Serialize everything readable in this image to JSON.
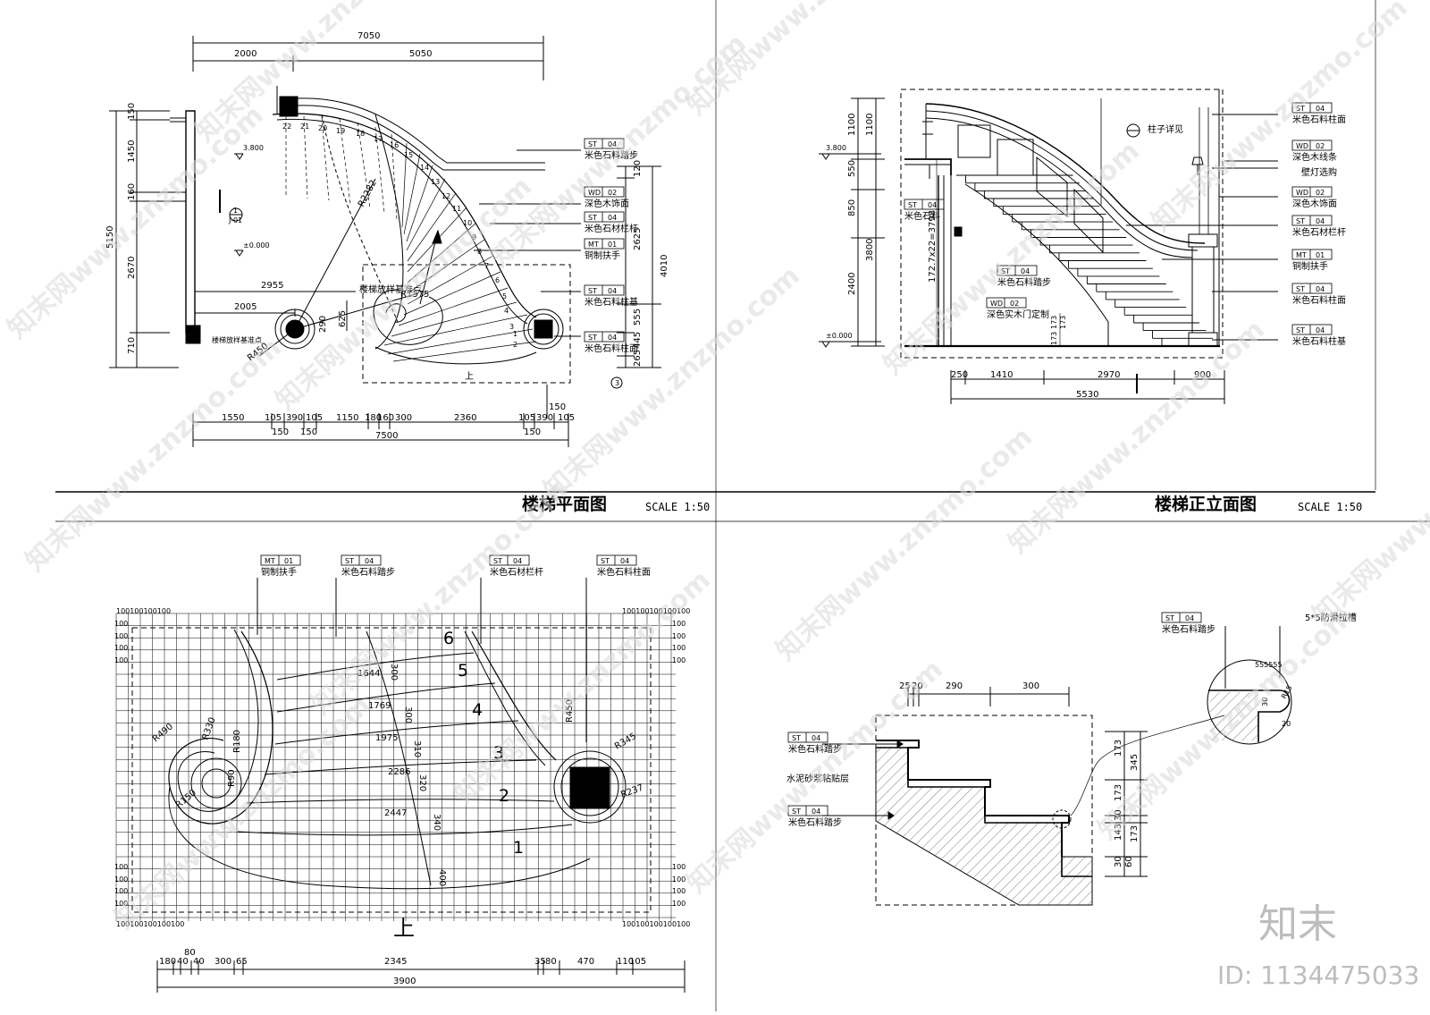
{
  "titles": {
    "plan": "楼梯平面图",
    "elevation": "楼梯正立面图",
    "scale": "SCALE 1:50"
  },
  "plan": {
    "dims_top": [
      "7050",
      "2000",
      "5050"
    ],
    "dims_left": [
      "150",
      "1450",
      "160",
      "5150",
      "2670",
      "710"
    ],
    "dims_right": [
      "120",
      "2625",
      "4010",
      "555",
      "445",
      "265"
    ],
    "dims_bottom": [
      "1550",
      "105",
      "390",
      "105",
      "1150",
      "180",
      "160",
      "300",
      "2360",
      "105",
      "390",
      "105",
      "150",
      "150",
      "150",
      "150",
      "7500"
    ],
    "inner_dims": [
      "2955",
      "2005",
      "625",
      "290"
    ],
    "levels": [
      "3.800",
      "±0.000"
    ],
    "radii": [
      "R2282",
      "R1375",
      "R450"
    ],
    "notes": [
      "楼梯放样基准点",
      "楼梯放样基准点",
      "上"
    ],
    "steps": [
      "22",
      "21",
      "20",
      "19",
      "18",
      "17",
      "16",
      "15",
      "14",
      "13",
      "12",
      "11",
      "10",
      "9",
      "8",
      "7",
      "6",
      "5",
      "4",
      "3",
      "2",
      "1"
    ],
    "tags": [
      {
        "code": "ST",
        "num": "04",
        "text": "米色石料踏步"
      },
      {
        "code": "WD",
        "num": "02",
        "text": "深色木饰面"
      },
      {
        "code": "ST",
        "num": "04",
        "text": "米色石材栏杆"
      },
      {
        "code": "MT",
        "num": "01",
        "text": "铜制扶手"
      },
      {
        "code": "ST",
        "num": "04",
        "text": "米色石料柱基"
      },
      {
        "code": "ST",
        "num": "04",
        "text": "米色石料柱面"
      }
    ],
    "section_mark": {
      "num": "1",
      "sheet": "J-01"
    },
    "elev_mark": "3"
  },
  "elevation": {
    "dims_left": [
      "1100",
      "550",
      "850",
      "3800",
      "2400"
    ],
    "dims_left_inner": [
      "1100"
    ],
    "stair_formula": "172.7x22=3798",
    "small_dims": [
      "173",
      "173",
      "173"
    ],
    "levels": [
      "3.800",
      "±0.000"
    ],
    "dims_bottom": [
      "250",
      "1410",
      "2970",
      "900",
      "5530"
    ],
    "note_top": "柱子详见",
    "tags_right": [
      {
        "code": "ST",
        "num": "04",
        "text": "米色石料柱面"
      },
      {
        "code": "WD",
        "num": "02",
        "text": "深色木线条"
      },
      {
        "code": "",
        "num": "",
        "text": "壁灯选购"
      },
      {
        "code": "WD",
        "num": "02",
        "text": "深色木饰面"
      },
      {
        "code": "ST",
        "num": "04",
        "text": "米色石材栏杆"
      },
      {
        "code": "MT",
        "num": "01",
        "text": "铜制扶手"
      },
      {
        "code": "ST",
        "num": "04",
        "text": "米色石料柱面"
      },
      {
        "code": "ST",
        "num": "04",
        "text": "米色石料柱基"
      }
    ],
    "tags_inner": [
      {
        "code": "ST",
        "num": "04",
        "text": "米色石料"
      },
      {
        "code": "ST",
        "num": "04",
        "text": "米色石料踏步"
      },
      {
        "code": "WD",
        "num": "02",
        "text": "深色实木门定制"
      }
    ]
  },
  "grid_plan": {
    "tags": [
      {
        "code": "MT",
        "num": "01",
        "text": "铜制扶手"
      },
      {
        "code": "ST",
        "num": "04",
        "text": "米色石料踏步"
      },
      {
        "code": "ST",
        "num": "04",
        "text": "米色石材栏杆"
      },
      {
        "code": "ST",
        "num": "04",
        "text": "米色石料柱面"
      }
    ],
    "step_numbers": [
      "6",
      "5",
      "4",
      "3",
      "2",
      "1"
    ],
    "chord_dims": [
      "1644",
      "1769",
      "1975",
      "2286",
      "2447"
    ],
    "tread_dims": [
      "300",
      "300",
      "310",
      "320",
      "340",
      "400"
    ],
    "radii": [
      "R490",
      "R330",
      "R180",
      "R150",
      "R90",
      "R450",
      "R345",
      "R237"
    ],
    "grid_label": "100",
    "up_label": "上",
    "dims_bottom": [
      "180",
      "40",
      "80",
      "40",
      "300",
      "65",
      "2345",
      "35",
      "80",
      "470",
      "110",
      "105",
      "3900"
    ]
  },
  "detail": {
    "dims_top": [
      "25",
      "20",
      "290",
      "300"
    ],
    "dims_right": [
      "173",
      "345",
      "173",
      "30",
      "143",
      "173",
      "30",
      "60"
    ],
    "tags": [
      {
        "code": "ST",
        "num": "04",
        "text": "米色石料踏步"
      },
      {
        "code": "",
        "num": "",
        "text": "水泥砂浆粘贴层"
      },
      {
        "code": "ST",
        "num": "04",
        "text": "米色石料踏步"
      }
    ],
    "zoom_tag": {
      "code": "ST",
      "num": "04",
      "text": "米色石料踏步"
    },
    "zoom_note": "5*5防滑拉槽",
    "zoom_dims": [
      "555555",
      "30",
      "R15",
      "20"
    ]
  },
  "brand": {
    "logo": "知末",
    "id": "ID: 1134475033",
    "watermark": "知末网www.znzmo.com"
  }
}
